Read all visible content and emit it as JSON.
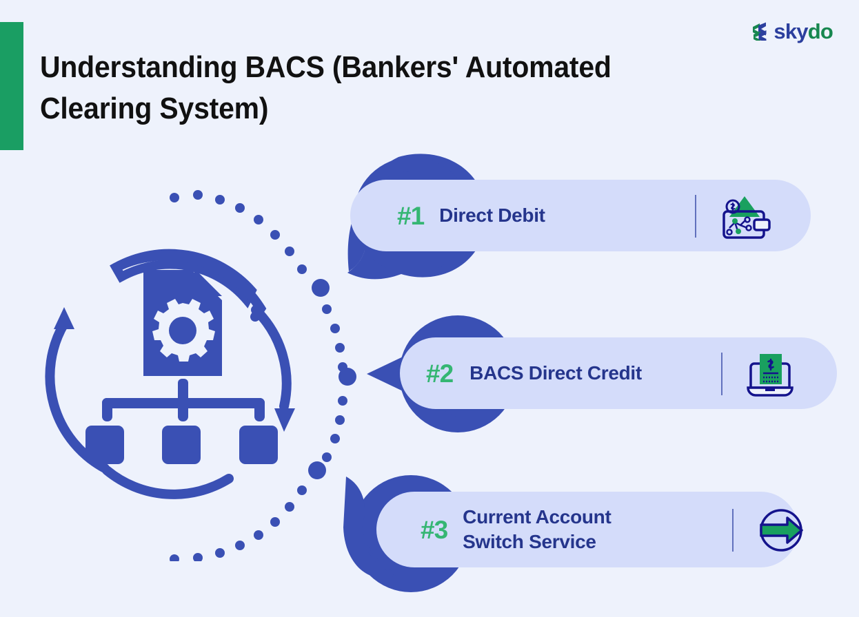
{
  "page": {
    "background_color": "#eef2fc",
    "accent_bar_color": "#1a9e63",
    "title": "Understanding BACS (Bankers' Automated\nClearing System)"
  },
  "brand": {
    "name_part_1": "sky",
    "name_part_2": "do",
    "mark_icon": "double-chevron-icon",
    "color_primary": "#2c3f9e",
    "color_secondary": "#17874f"
  },
  "illustration": {
    "name": "document-gear-workflow-illustration",
    "elements": [
      "document-gear-icon",
      "org-chart-tree",
      "circular-refresh-arrows"
    ],
    "color": "#3a50b4"
  },
  "connector": {
    "name": "dotted-arc-connector",
    "dot_color": "#3a50b4"
  },
  "cards": [
    {
      "number": "#1",
      "label": "Direct Debit",
      "icon": "wallet-money-icon",
      "pointer": "bottom-left",
      "bubble_color": "#3a50b4",
      "card_color": "#d4dcfa",
      "number_color": "#35b673",
      "label_color": "#25358c"
    },
    {
      "number": "#2",
      "label": "BACS Direct Credit",
      "icon": "laptop-invoice-icon",
      "pointer": "left",
      "bubble_color": "#3a50b4",
      "card_color": "#d4dcfa",
      "number_color": "#35b673",
      "label_color": "#25358c"
    },
    {
      "number": "#3",
      "label": "Current Account\nSwitch Service",
      "icon": "circle-arrow-right-icon",
      "pointer": "top-left",
      "bubble_color": "#3a50b4",
      "card_color": "#d4dcfa",
      "number_color": "#35b673",
      "label_color": "#25358c"
    }
  ]
}
